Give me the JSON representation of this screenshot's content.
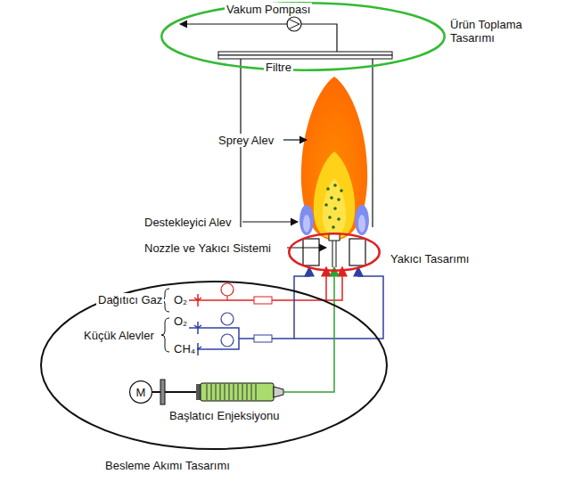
{
  "diagram": {
    "nodes": [
      {
        "text": [
          "Ürün Toplama Tasarımı"
        ]
      },
      {
        "text": [
          "Yakıcı Tasarımı"
        ]
      },
      {
        "text": [
          "Besleme Akımı Tasarımı"
        ]
      },
      {
        "text": [
          "M"
        ],
        "in": 2
      }
    ],
    "labels": [
      "Vakum Pompası",
      "Filtre",
      "Sprey Alev",
      "Destekleyici Alev",
      "Nozzle ve Yakıcı Sistemi",
      "Dağıtıcı Gaz",
      "O₂",
      "Küçük Alevler",
      "O₂",
      "CH₄",
      "Başlatıcı Enjeksiyonu"
    ]
  }
}
